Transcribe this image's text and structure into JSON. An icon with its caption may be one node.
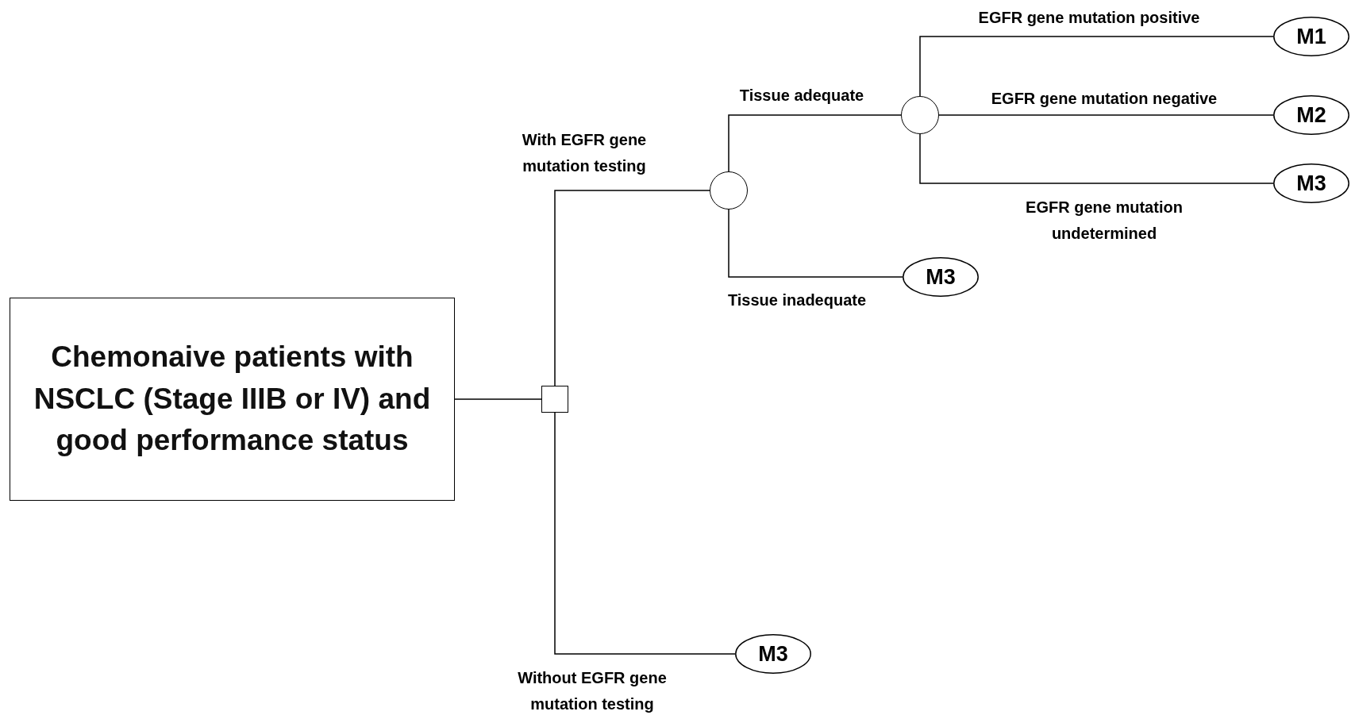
{
  "diagram": {
    "nodes": [
      {
        "text": [
          "Chemonaive patients with NSCLC (Stage IIIB or IV) and good performance status"
        ]
      },
      {
        "text": [],
        "shape": "box"
      },
      {
        "text": [],
        "shape": "circle"
      },
      {
        "text": [],
        "shape": "circle"
      },
      {
        "text": [
          "M1"
        ]
      },
      {
        "text": [
          "M2"
        ]
      },
      {
        "text": [
          "M3"
        ]
      },
      {
        "text": [
          "M3"
        ]
      },
      {
        "text": [
          "M3"
        ]
      }
    ],
    "edges": [
      {
        "from": 0,
        "to": 1,
        "arrow": "none"
      },
      {
        "from": 1,
        "to": 2,
        "arrow": "none",
        "label": "With EGFR gene mutation testing"
      },
      {
        "from": 1,
        "to": 8,
        "arrow": "none",
        "label": "Without EGFR gene mutation testing"
      },
      {
        "from": 2,
        "to": 3,
        "arrow": "none",
        "label": "Tissue adequate"
      },
      {
        "from": 2,
        "to": 7,
        "arrow": "none",
        "label": "Tissue inadequate"
      },
      {
        "from": 3,
        "to": 4,
        "arrow": "none",
        "label": "EGFR gene mutation positive"
      },
      {
        "from": 3,
        "to": 5,
        "arrow": "none",
        "label": "EGFR gene mutation negative"
      },
      {
        "from": 3,
        "to": 6,
        "arrow": "none",
        "label": "EGFR gene mutation undetermined"
      }
    ]
  }
}
